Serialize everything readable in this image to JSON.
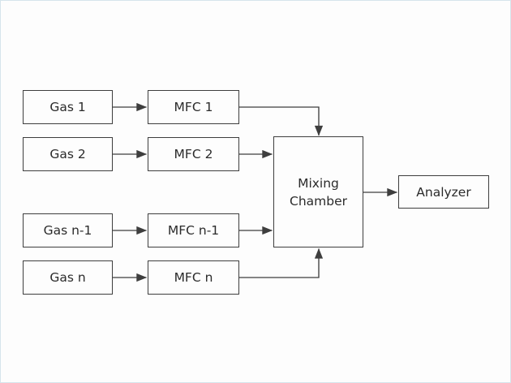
{
  "diagram": {
    "line_color": "#3e3e3e",
    "nodes": {
      "gas1": {
        "label": "Gas 1"
      },
      "gas2": {
        "label": "Gas 2"
      },
      "gasn1": {
        "label": "Gas n-1"
      },
      "gasn": {
        "label": "Gas n"
      },
      "mfc1": {
        "label": "MFC 1"
      },
      "mfc2": {
        "label": "MFC 2"
      },
      "mfcn1": {
        "label": "MFC n-1"
      },
      "mfcn": {
        "label": "MFC n"
      },
      "mixing": {
        "label": "Mixing Chamber"
      },
      "analyzer": {
        "label": "Analyzer"
      }
    },
    "edges": [
      {
        "from": "Gas 1",
        "to": "MFC 1"
      },
      {
        "from": "Gas 2",
        "to": "MFC 2"
      },
      {
        "from": "Gas n-1",
        "to": "MFC n-1"
      },
      {
        "from": "Gas n",
        "to": "MFC n"
      },
      {
        "from": "MFC 1",
        "to": "Mixing Chamber"
      },
      {
        "from": "MFC 2",
        "to": "Mixing Chamber"
      },
      {
        "from": "MFC n-1",
        "to": "Mixing Chamber"
      },
      {
        "from": "MFC n",
        "to": "Mixing Chamber"
      },
      {
        "from": "Mixing Chamber",
        "to": "Analyzer"
      }
    ]
  }
}
